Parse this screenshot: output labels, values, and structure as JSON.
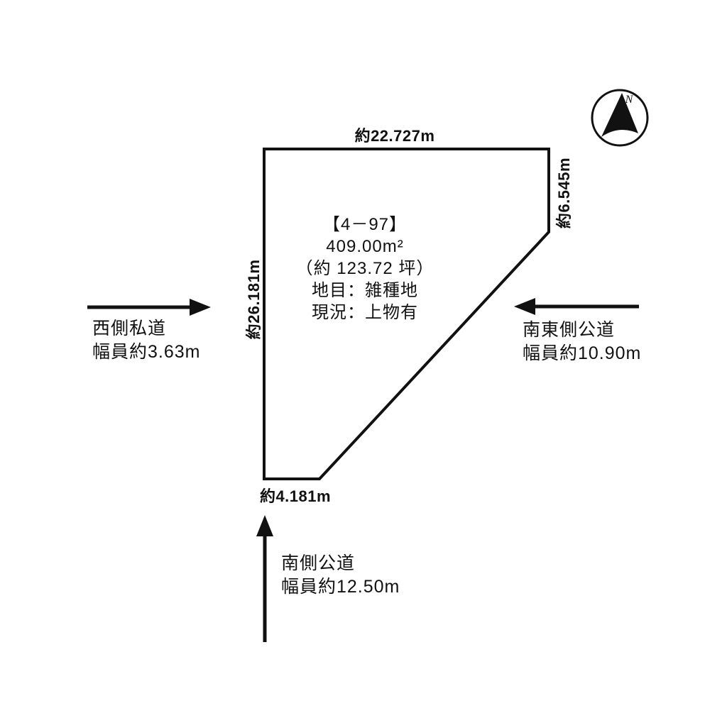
{
  "colors": {
    "ink": "#111111",
    "background": "#ffffff"
  },
  "compass": {
    "label": "N"
  },
  "parcel": {
    "id_label": "【4－97】",
    "area_m2": "409.00m²",
    "area_tsubo": "（約 123.72 坪）",
    "land_category": "地目：雑種地",
    "current_status": "現況：上物有",
    "dimensions": {
      "top": "約22.727m",
      "right": "約6.545m",
      "left": "約26.181m",
      "bottom": "約4.181m"
    }
  },
  "roads": {
    "west": {
      "name": "西側私道",
      "width": "幅員約3.63m"
    },
    "southeast": {
      "name": "南東側公道",
      "width": "幅員約10.90m"
    },
    "south": {
      "name": "南側公道",
      "width": "幅員約12.50m"
    }
  }
}
